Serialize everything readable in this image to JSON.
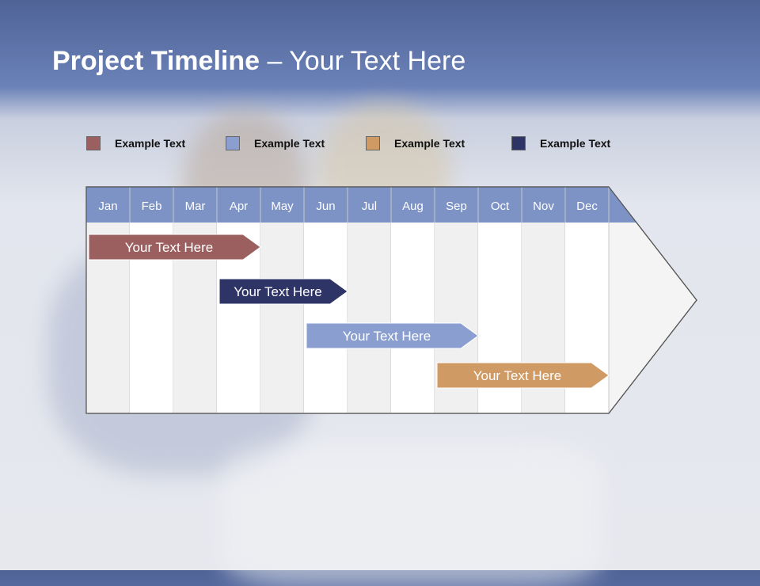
{
  "slide": {
    "title_bold": "Project Timeline",
    "title_rest": " – Your Text Here"
  },
  "legend": [
    {
      "label": "Example Text",
      "color": "#9a5f5e"
    },
    {
      "label": "Example Text",
      "color": "#8a9fd0"
    },
    {
      "label": "Example Text",
      "color": "#cf9a64"
    },
    {
      "label": "Example Text",
      "color": "#2f3467"
    }
  ],
  "timeline": {
    "months": [
      "Jan",
      "Feb",
      "Mar",
      "Apr",
      "May",
      "Jun",
      "Jul",
      "Aug",
      "Sep",
      "Oct",
      "Nov",
      "Dec"
    ],
    "header_color": "#7d92c5",
    "tasks": [
      {
        "label": "Your  Text Here",
        "color": "#9a5f5e",
        "start_month": "Jan",
        "end_month": "Apr"
      },
      {
        "label": "Your  Text Here",
        "color": "#2f3467",
        "start_month": "Apr",
        "end_month": "Jun"
      },
      {
        "label": "Your  Text Here",
        "color": "#8a9fd0",
        "start_month": "Jun",
        "end_month": "Sep"
      },
      {
        "label": "Your  Text Here",
        "color": "#cf9a64",
        "start_month": "Sep",
        "end_month": "Dec"
      }
    ]
  }
}
